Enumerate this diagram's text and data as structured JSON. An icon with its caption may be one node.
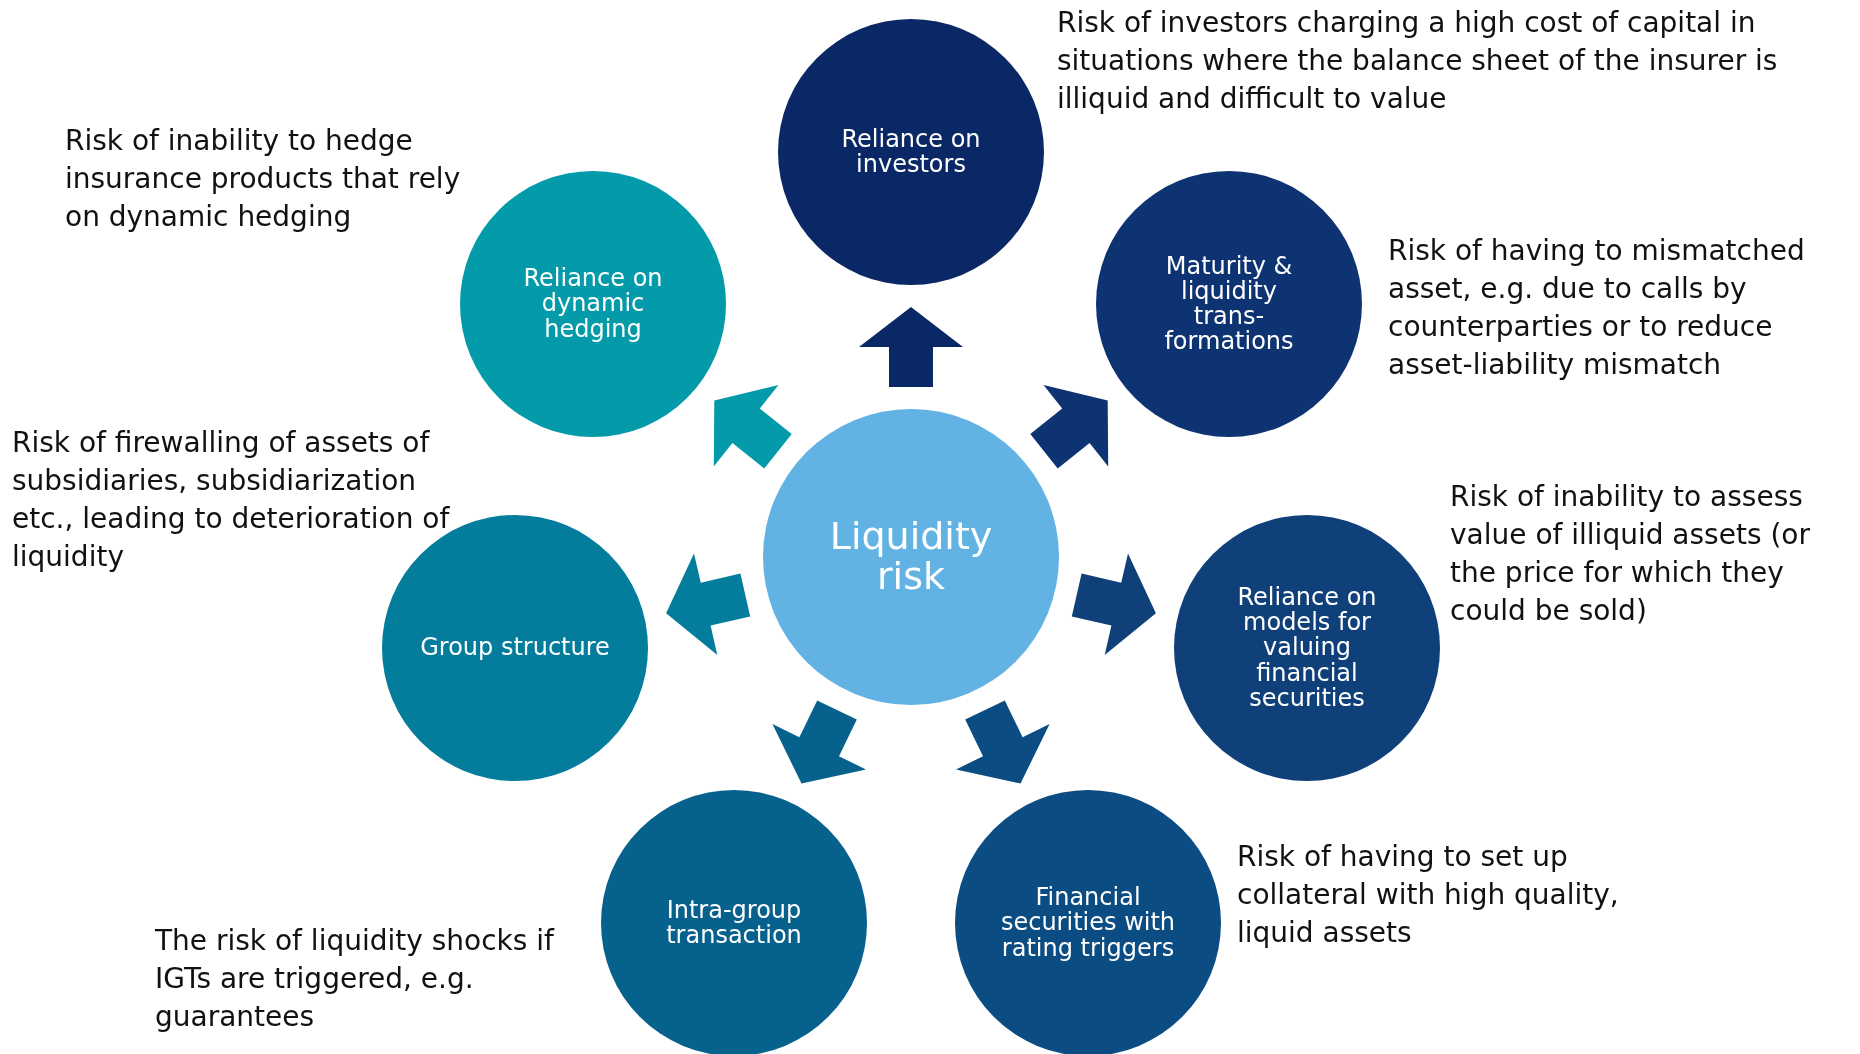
{
  "diagram": {
    "nodes": [
      {
        "text": [
          "Liquidity risk"
        ]
      },
      {
        "text": [
          "Reliance on investors"
        ],
        "beside": [
          "Risk of investors charging a high cost of capital in situations where the balance sheet of the insurer is illiquid and difficult to value"
        ]
      },
      {
        "text": [
          "Maturity & liquidity trans- formations"
        ],
        "beside": [
          "Risk of having to mismatched asset, e.g. due to calls by counterparties or to reduce asset-liability mismatch"
        ]
      },
      {
        "text": [
          "Reliance on models for valuing financial securities"
        ],
        "beside": [
          "Risk of inability to assess value of illiquid assets (or the price for which they could be sold)"
        ]
      },
      {
        "text": [
          "Financial securities with rating triggers"
        ],
        "beside": [
          "Risk of having to set up collateral with high quality, liquid assets"
        ]
      },
      {
        "text": [
          "Intra-group transaction"
        ],
        "beside": [
          "The risk of liquidity shocks if IGTs are triggered, e.g. guarantees"
        ]
      },
      {
        "text": [
          "Group structure"
        ],
        "beside": [
          "Risk of firewalling of assets of subsidiaries, subsidiarization etc., leading to deterioration of liquidity"
        ]
      },
      {
        "text": [
          "Reliance on dynamic hedging"
        ],
        "beside": [
          "Risk of inability to hedge insurance products that rely on dynamic hedging"
        ]
      }
    ],
    "edges": [
      {
        "from": 0,
        "to": 1,
        "arrow": "to",
        "style": "thick",
        "color": "#0b2866"
      },
      {
        "from": 0,
        "to": 2,
        "arrow": "to",
        "style": "thick",
        "color": "#0e3372"
      },
      {
        "from": 0,
        "to": 3,
        "arrow": "to",
        "style": "thick",
        "color": "#0f4079"
      },
      {
        "from": 0,
        "to": 4,
        "arrow": "to",
        "style": "thick",
        "color": "#0b4c82"
      },
      {
        "from": 0,
        "to": 5,
        "arrow": "to",
        "style": "thick",
        "color": "#07618d"
      },
      {
        "from": 0,
        "to": 6,
        "arrow": "to",
        "style": "thick",
        "color": "#047d9c"
      },
      {
        "from": 0,
        "to": 7,
        "arrow": "to",
        "style": "thick",
        "color": "#039aa9"
      }
    ]
  }
}
